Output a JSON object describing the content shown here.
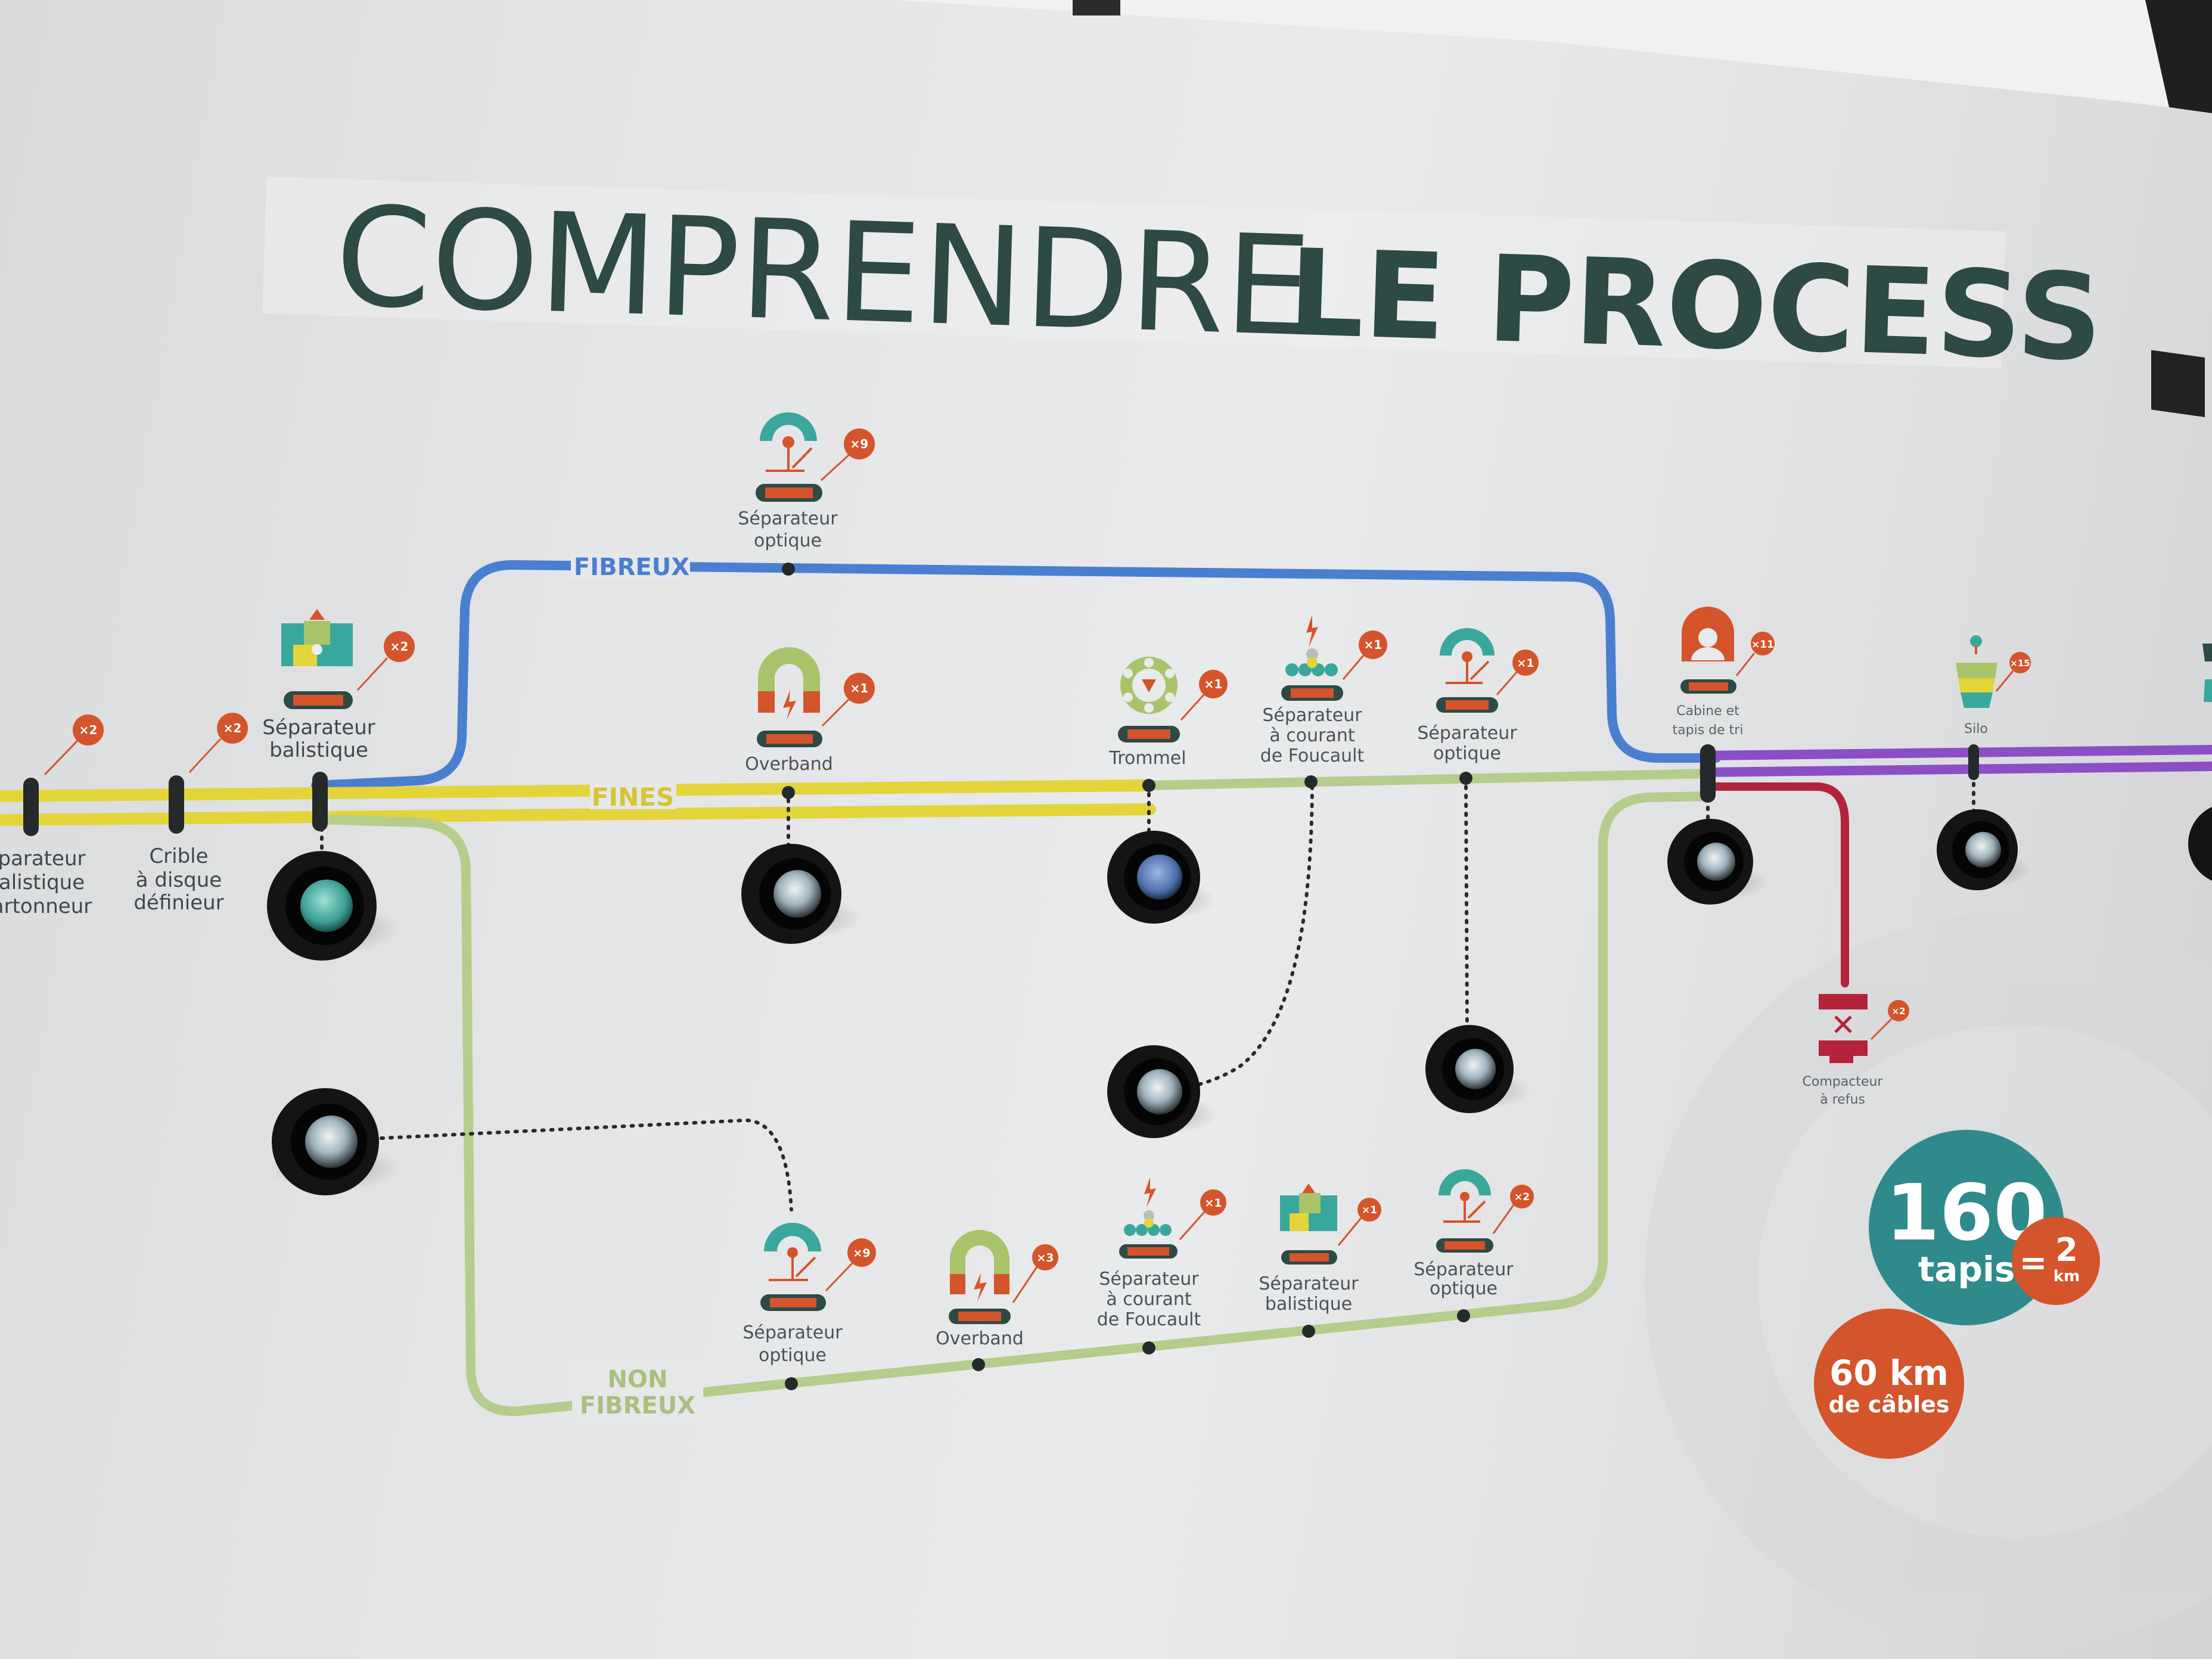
{
  "title": {
    "light": "COMPRENDRE",
    "bold": "LE PROCESS"
  },
  "branches": {
    "fibreux": "FIBREUX",
    "fines": "FINES",
    "non_fibreux": "NON FIBREUX"
  },
  "left_steps": [
    {
      "label": "Séparateur balistique cartonneur",
      "badge": "×2",
      "visible": [
        "parateur",
        "alistique",
        "artonneur"
      ]
    },
    {
      "label": "Crible à disque définieur",
      "badge": "×2",
      "lines": [
        "Crible",
        "à disque",
        "définieur"
      ]
    },
    {
      "label": "Séparateur balistique",
      "badge": "×2",
      "lines": [
        "Séparateur",
        "balistique"
      ]
    }
  ],
  "fibreux_steps": [
    {
      "label": "Séparateur optique",
      "badge": "×9",
      "lines": [
        "Séparateur",
        "optique"
      ]
    }
  ],
  "fines_steps": [
    {
      "label": "Overband",
      "badge": "×1",
      "lines": [
        "Overband"
      ]
    },
    {
      "label": "Trommel",
      "badge": "×1",
      "lines": [
        "Trommel"
      ]
    },
    {
      "label": "Séparateur à courant de Foucault",
      "badge": "×1",
      "lines": [
        "Séparateur",
        "à courant",
        "de Foucault"
      ]
    },
    {
      "label": "Séparateur optique",
      "badge": "×1",
      "lines": [
        "Séparateur",
        "optique"
      ]
    }
  ],
  "right_steps": [
    {
      "label": "Cabine et tapis de tri",
      "badge": "×11",
      "lines": [
        "Cabine et",
        "tapis de tri"
      ]
    },
    {
      "label": "Silo",
      "badge": "×15",
      "lines": [
        "Silo"
      ]
    },
    {
      "label": "Compacteur à refus",
      "badge": "×2",
      "lines": [
        "Compacteur",
        "à refus"
      ]
    }
  ],
  "non_fibreux_steps": [
    {
      "label": "Séparateur optique",
      "badge": "×9",
      "lines": [
        "Séparateur",
        "optique"
      ]
    },
    {
      "label": "Overband",
      "badge": "×3",
      "lines": [
        "Overband"
      ]
    },
    {
      "label": "Séparateur à courant de Foucault",
      "badge": "×1",
      "lines": [
        "Séparateur",
        "à courant",
        "de Foucault"
      ]
    },
    {
      "label": "Séparateur balistique",
      "badge": "×1",
      "lines": [
        "Séparateur",
        "balistique"
      ]
    },
    {
      "label": "Séparateur optique",
      "badge": "×2",
      "lines": [
        "Séparateur",
        "optique"
      ]
    }
  ],
  "stats": {
    "tapis_number": "160",
    "tapis_label": "tapis",
    "equals": "=",
    "km_value": "2",
    "km_unit": "km",
    "cables_value": "60 km",
    "cables_label": "de câbles"
  },
  "colors": {
    "title": "#2d4a44",
    "fibreux": "#4a7fd0",
    "fines": "#e3d43a",
    "non_fibreux": "#b5cc8d",
    "purple": "#8a4fc4",
    "red": "#b3243a",
    "badge": "#d4542b",
    "teal": "#2f8a8c"
  }
}
